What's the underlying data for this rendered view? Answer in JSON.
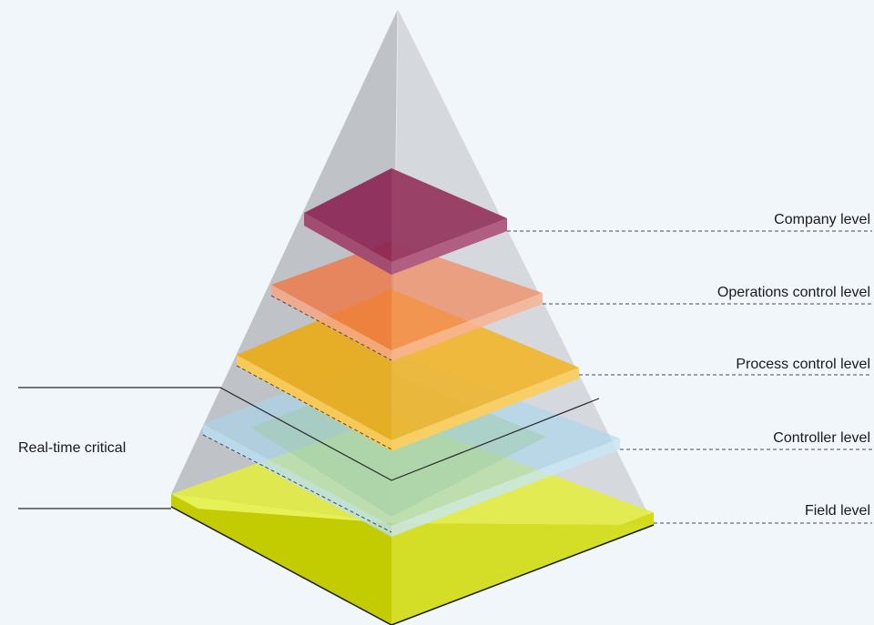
{
  "levels": [
    {
      "label": "Company level",
      "color": "#8b2452"
    },
    {
      "label": "Operations control level",
      "color": "#f27a45"
    },
    {
      "label": "Process control level",
      "color": "#f3b322"
    },
    {
      "label": "Controller level",
      "color": "#9fd0ec"
    },
    {
      "label": "Field level",
      "color": "#c9d300"
    }
  ],
  "realtime_label": "Real-time critical",
  "colors": {
    "background": "#f1f6fa",
    "pyramid_left": "#b9bec2",
    "pyramid_right": "#cfd3d6"
  }
}
